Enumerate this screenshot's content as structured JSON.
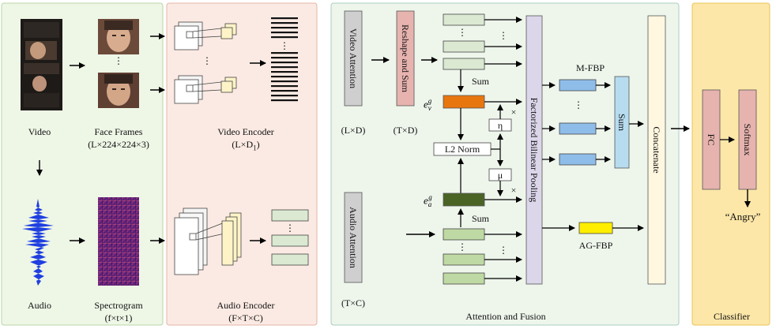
{
  "panels": {
    "attention_fusion": "Attention and Fusion",
    "classifier": "Classifier"
  },
  "input": {
    "video": "Video",
    "face_frames": "Face Frames",
    "face_frames_dim": "(L×224×224×3)",
    "audio": "Audio",
    "spectrogram": "Spectrogram",
    "spectrogram_dim": "(f×t×1)"
  },
  "encoders": {
    "video_encoder": "Video Encoder",
    "video_encoder_dim_main": "(L×D",
    "video_encoder_dim_sub": "1",
    "video_encoder_dim_close": ")",
    "audio_encoder": "Audio Encoder",
    "audio_encoder_dim": "(F×T×C)"
  },
  "fusion": {
    "video_attention": "Video Attention",
    "video_attention_dim": "(L×D)",
    "reshape_sum": "Reshape and Sum",
    "reshape_sum_dim": "(T×D)",
    "audio_attention": "Audio Attention",
    "audio_attention_dim": "(T×C)",
    "sum_top": "Sum",
    "sum_bottom": "Sum",
    "ev_base": "e",
    "ev_sub": "v",
    "ev_sup": "g",
    "ea_base": "e",
    "ea_sub": "a",
    "ea_sup": "g",
    "l2_norm": "L2 Norm",
    "eta": "η",
    "mu": "μ",
    "times_top": "×",
    "times_bottom": "×",
    "fbp": "Factorized Bilinear Pooling",
    "m_fbp": "M-FBP",
    "ag_fbp": "AG-FBP",
    "sum_vertical": "Sum",
    "concatenate": "Concatenate",
    "dots": "⋮"
  },
  "classifier": {
    "fc": "FC",
    "softmax": "Softmax",
    "output": "“Angry”"
  },
  "colors": {
    "input_panel": "#eef6e6",
    "encoder_panel": "#fbeae3",
    "fusion_panel": "#eef6ec",
    "classifier_panel": "#fde7a8",
    "video_feat": "#dbe9d2",
    "audio_feat": "#bfd9a4",
    "ev": "#e8760f",
    "ea": "#4a6426",
    "m_fbp": "#8fbde9",
    "ag_fbp": "#ffee00",
    "fbp_bar": "#dcd6ea",
    "sum_bar": "#b7dcef",
    "concat_bar": "#fff7e0",
    "pink_box": "#e6b3ae",
    "gray_box": "#cfcfcf"
  }
}
